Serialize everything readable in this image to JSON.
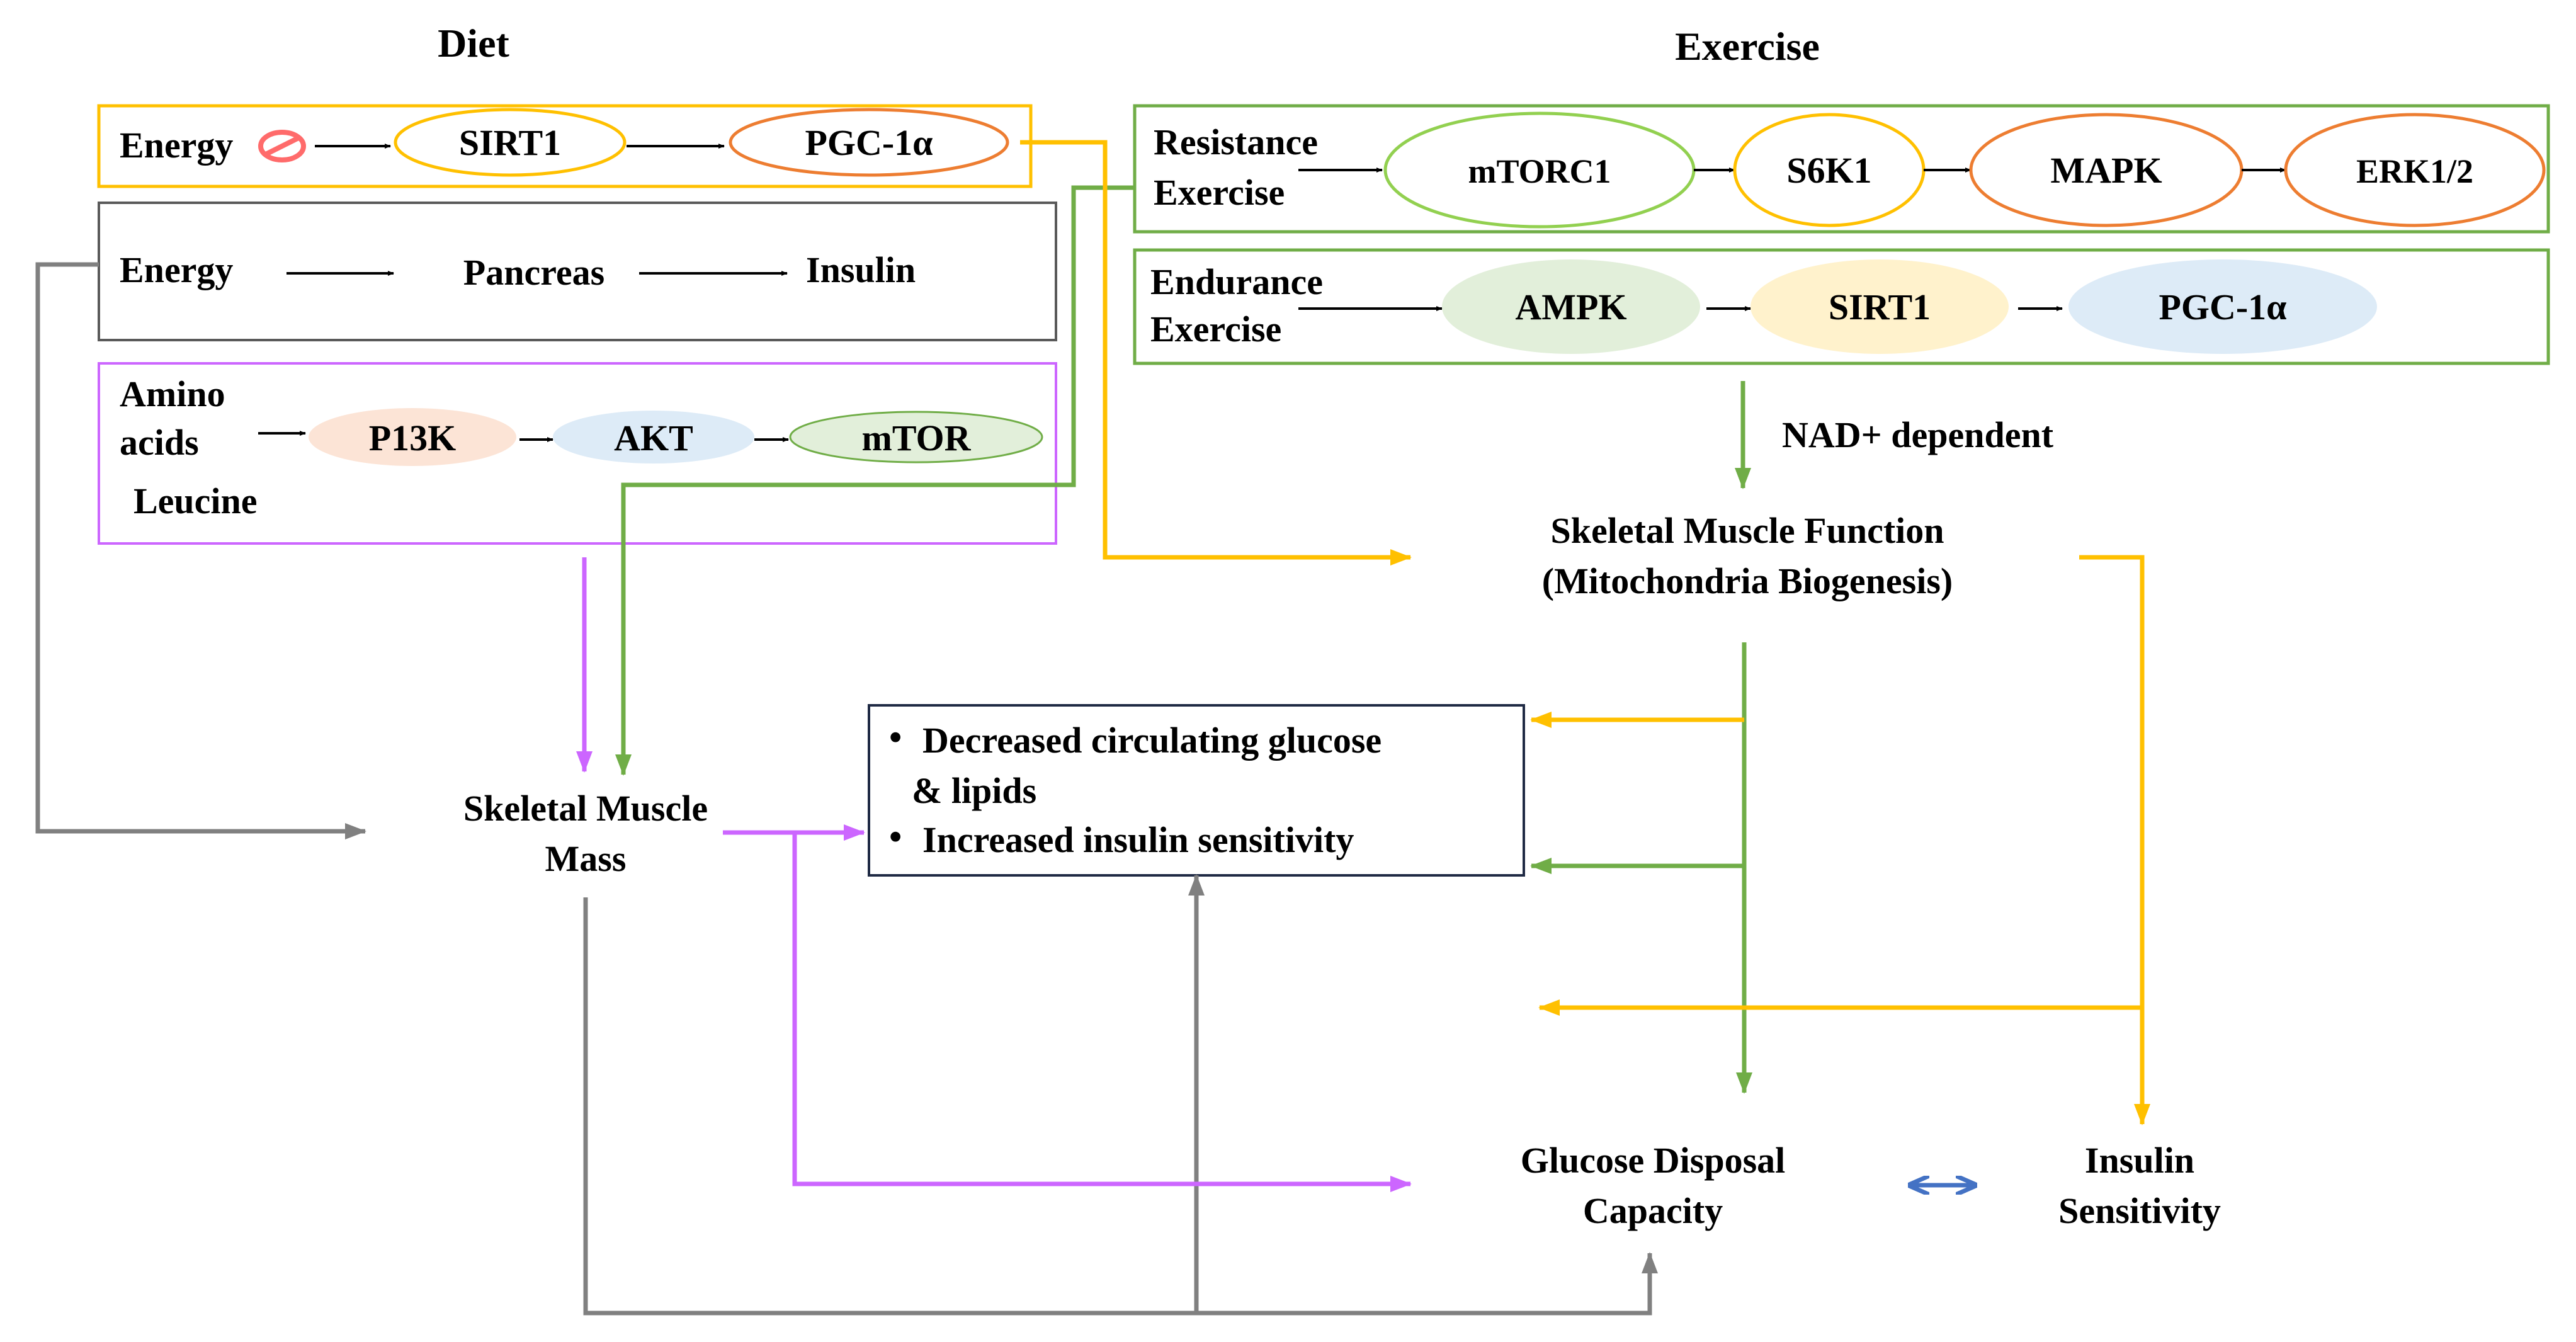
{
  "headers": {
    "diet": "Diet",
    "exercise": "Exercise"
  },
  "colors": {
    "gray": "#808080",
    "yellow": "#FFC000",
    "green": "#70AD47",
    "magenta": "#CC66FF",
    "orange": "#ED7D31",
    "blue": "#4472C4",
    "dark": "#1F2A44",
    "peach_fill": "#FCE4D6",
    "blue_fill": "#DDEBF7",
    "green_fill": "#E2EFDA",
    "yellow_fill": "#FFF2CC"
  },
  "diet_box1": {
    "energy": "Energy",
    "sirt1": "SIRT1",
    "pgc": "PGC-1α"
  },
  "diet_box2": {
    "energy": "Energy",
    "pancreas": "Pancreas",
    "insulin": "Insulin"
  },
  "diet_box3": {
    "amino": "Amino",
    "acids": "acids",
    "leucine": "Leucine",
    "p13k": "P13K",
    "akt": "AKT",
    "mtor": "mTOR"
  },
  "resistance": {
    "line1": "Resistance",
    "line2": "Exercise",
    "mtorc1": "mTORC1",
    "s6k1": "S6K1",
    "mapk": "MAPK",
    "erk": "ERK1/2"
  },
  "endurance": {
    "line1": "Endurance",
    "line2": "Exercise",
    "ampk": "AMPK",
    "sirt1": "SIRT1",
    "pgc": "PGC-1α"
  },
  "nad": "NAD+ dependent",
  "smf": {
    "line1": "Skeletal Muscle Function",
    "line2": "(Mitochondria Biogenesis)"
  },
  "smm": {
    "line1": "Skeletal Muscle",
    "line2": "Mass"
  },
  "effects": {
    "bullet": "•",
    "item1_line1": "Decreased circulating glucose",
    "item1_line2": "& lipids",
    "item2": "Increased insulin sensitivity"
  },
  "gdc": {
    "line1": "Glucose Disposal",
    "line2": "Capacity"
  },
  "insulin_sens": {
    "line1": "Insulin",
    "line2": "Sensitivity"
  }
}
